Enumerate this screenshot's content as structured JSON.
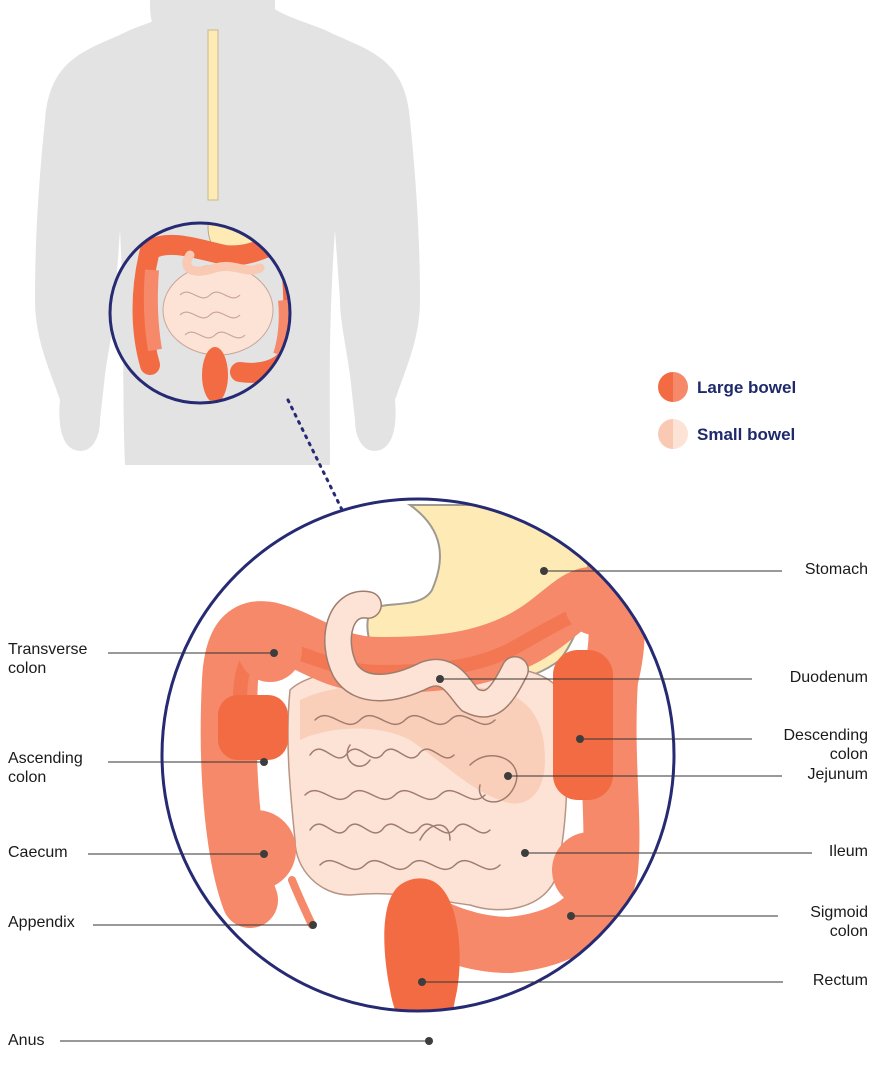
{
  "legend": {
    "large_bowel": {
      "label": "Large bowel",
      "color_dark": "#f26b43",
      "color_light": "#f5896a"
    },
    "small_bowel": {
      "label": "Small bowel",
      "color_dark": "#f9c9b3",
      "color_light": "#fde3d6"
    }
  },
  "colors": {
    "body": "#e3e3e3",
    "stomach": "#fdeab5",
    "circle_border": "#262a73",
    "leader_line": "#333333",
    "anus": "#f6c517"
  },
  "labels_left": {
    "transverse_colon": "Transverse\ncolon",
    "ascending_colon": "Ascending\ncolon",
    "caecum": "Caecum",
    "appendix": "Appendix",
    "anus": "Anus"
  },
  "labels_right": {
    "stomach": "Stomach",
    "duodenum": "Duodenum",
    "descending_colon": "Descending\ncolon",
    "jejunum": "Jejunum",
    "ileum": "Ileum",
    "sigmoid_colon": "Sigmoid\ncolon",
    "rectum": "Rectum"
  }
}
